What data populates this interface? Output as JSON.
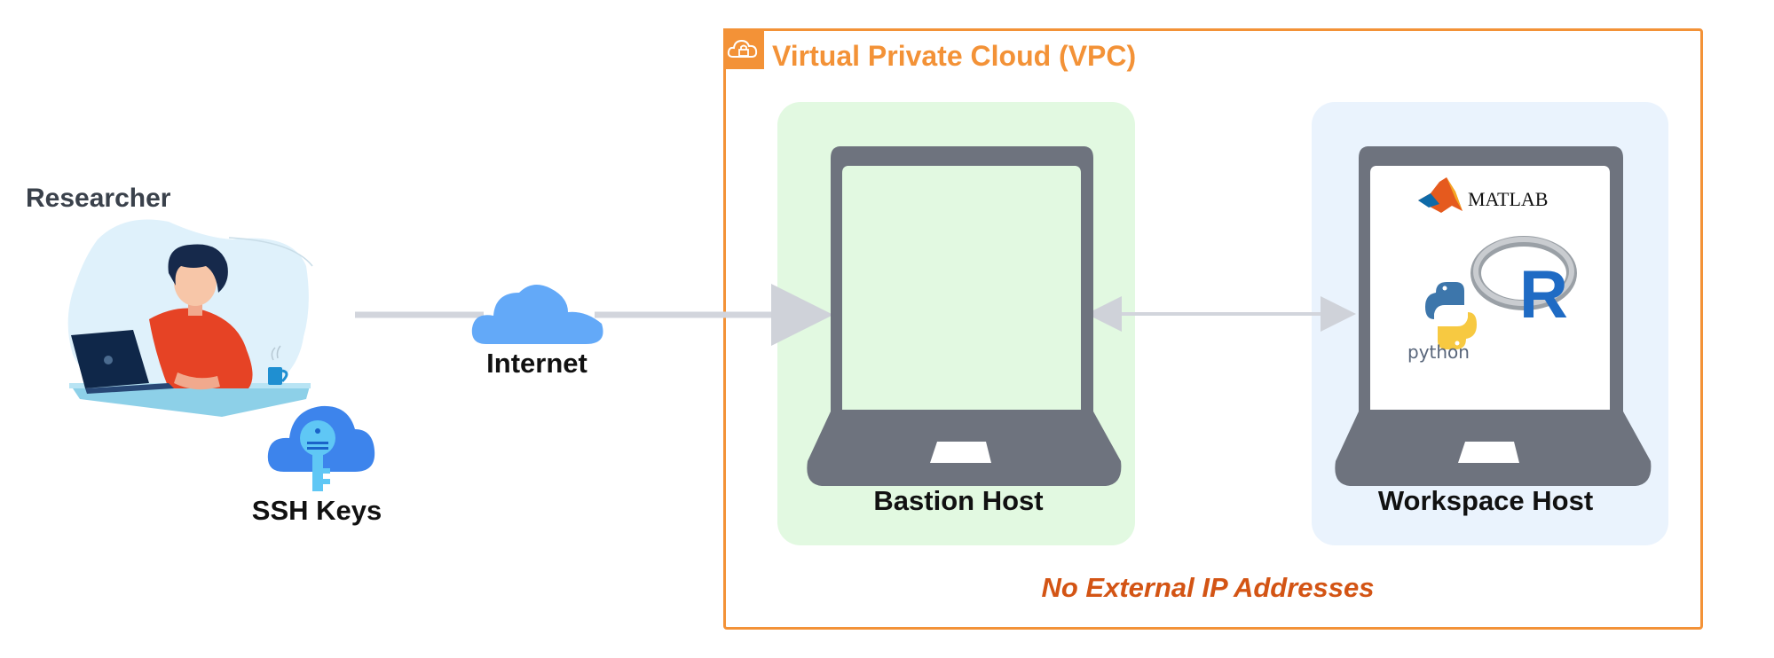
{
  "researcher": {
    "label": "Researcher"
  },
  "ssh": {
    "label": "SSH Keys"
  },
  "internet": {
    "label": "Internet"
  },
  "vpc": {
    "title": "Virtual Private Cloud (VPC)",
    "note": "No External IP Addresses"
  },
  "bastion": {
    "label": "Bastion Host"
  },
  "workspace": {
    "label": "Workspace Host",
    "software": {
      "matlab": "MATLAB",
      "python": "python",
      "r": "R"
    }
  },
  "colors": {
    "vpc_orange": "#f39237",
    "note_orange": "#d35414",
    "bastion_panel": "#e2f9e1",
    "workspace_panel": "#eaf3fd",
    "laptop_gray": "#6e737e",
    "cloud_blue": "#63a9f8",
    "connector_gray": "#d2d5dc"
  },
  "icons": [
    "researcher-illustration",
    "ssh-key-cloud-icon",
    "internet-cloud-icon",
    "vpc-lock-cloud-icon",
    "laptop-icon",
    "matlab-logo",
    "python-logo",
    "r-logo"
  ]
}
